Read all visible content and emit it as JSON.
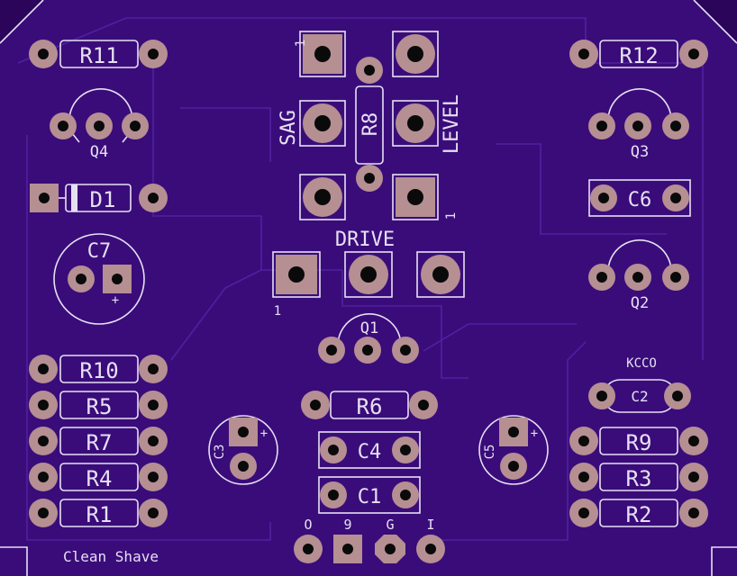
{
  "board": {
    "title": "Clean Shave",
    "note": "KCCO",
    "colors": {
      "board": "#3a0c7a",
      "copper": "#b58f92",
      "silk": "#e6e0f2",
      "drill": "#0a0a0a"
    }
  },
  "pots": {
    "sag": "SAG",
    "level": "LEVEL",
    "drive": "DRIVE",
    "pin1": "1"
  },
  "components": {
    "R11": "R11",
    "R12": "R12",
    "R8": "R8",
    "R10": "R10",
    "R5": "R5",
    "R7": "R7",
    "R4": "R4",
    "R1": "R1",
    "R6": "R6",
    "R9": "R9",
    "R3": "R3",
    "R2": "R2",
    "Q1": "Q1",
    "Q2": "Q2",
    "Q3": "Q3",
    "Q4": "Q4",
    "D1": "D1",
    "C1": "C1",
    "C2": "C2",
    "C3": "C3",
    "C4": "C4",
    "C5": "C5",
    "C6": "C6",
    "C7": "C7",
    "plus": "+"
  },
  "connector": [
    "O",
    "9",
    "G",
    "I"
  ]
}
